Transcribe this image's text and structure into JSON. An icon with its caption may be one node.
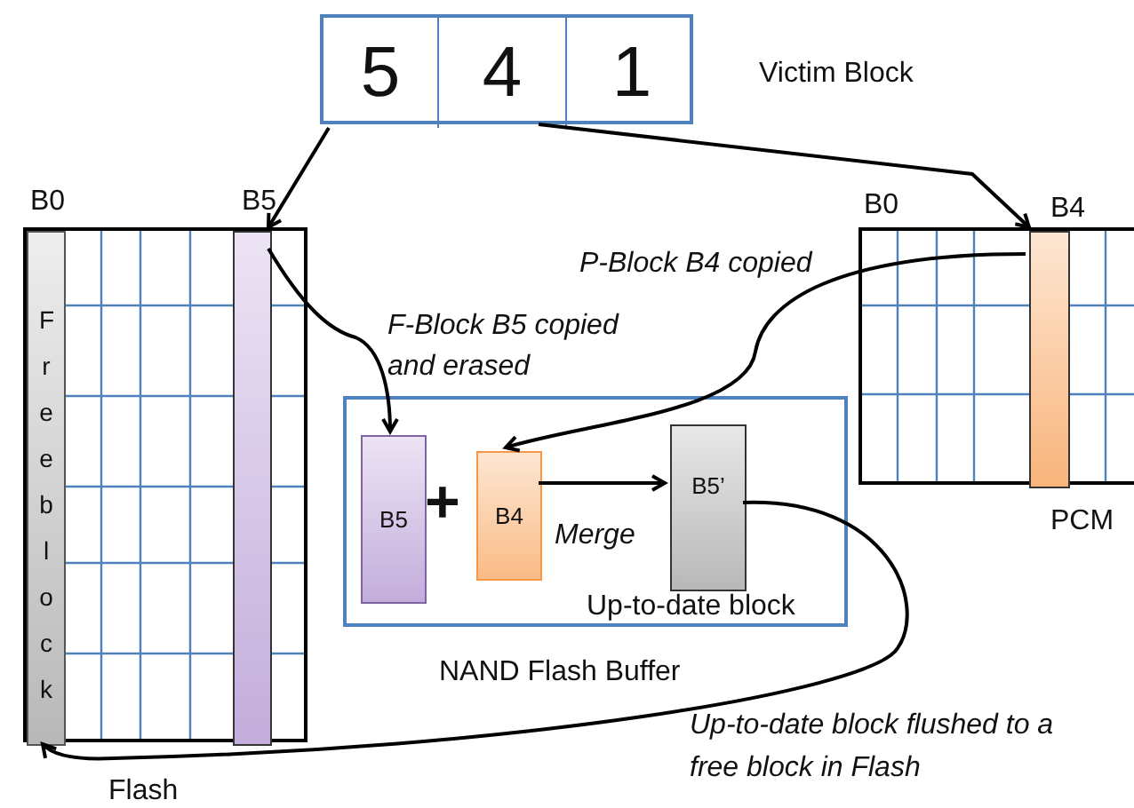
{
  "diagram": {
    "nodes": [
      {
        "text": [
          "Victim Block"
        ]
      },
      {
        "text": [
          "5"
        ],
        "in": 0
      },
      {
        "text": [
          "4"
        ],
        "in": 0
      },
      {
        "text": [
          "1"
        ],
        "in": 0
      },
      {
        "text": [
          "Flash"
        ]
      },
      {
        "text": [
          "Free block"
        ],
        "in": 4,
        "beside": [
          "B0"
        ]
      },
      {
        "text": [],
        "shape": "bar",
        "in": 4,
        "beside": [
          "B5"
        ]
      },
      {
        "text": [
          "PCM"
        ]
      },
      {
        "text": [],
        "shape": "bar",
        "in": 7,
        "beside": [
          "B4"
        ]
      },
      {
        "text": [
          "NAND Flash Buffer"
        ]
      },
      {
        "text": [
          "B5"
        ],
        "in": 9
      },
      {
        "text": [
          "B4"
        ],
        "in": 9
      },
      {
        "text": [
          "B5’"
        ],
        "in": 9,
        "beside": [
          "Up-to-date block"
        ]
      }
    ],
    "edges": [
      {
        "from": 1,
        "to": 6,
        "arrow": "to"
      },
      {
        "from": 2,
        "to": 8,
        "arrow": "to"
      },
      {
        "from": 6,
        "to": 10,
        "arrow": "to",
        "label": "F-Block B5 copied and erased"
      },
      {
        "from": 8,
        "to": 11,
        "arrow": "to",
        "label": "P-Block B4 copied"
      },
      {
        "from": 11,
        "to": 12,
        "arrow": "to",
        "label": "Merge"
      },
      {
        "from": 12,
        "to": 5,
        "arrow": "to",
        "label": "Up-to-date block flushed to a free block in Flash"
      }
    ],
    "labels": [
      "B0",
      "+"
    ]
  }
}
